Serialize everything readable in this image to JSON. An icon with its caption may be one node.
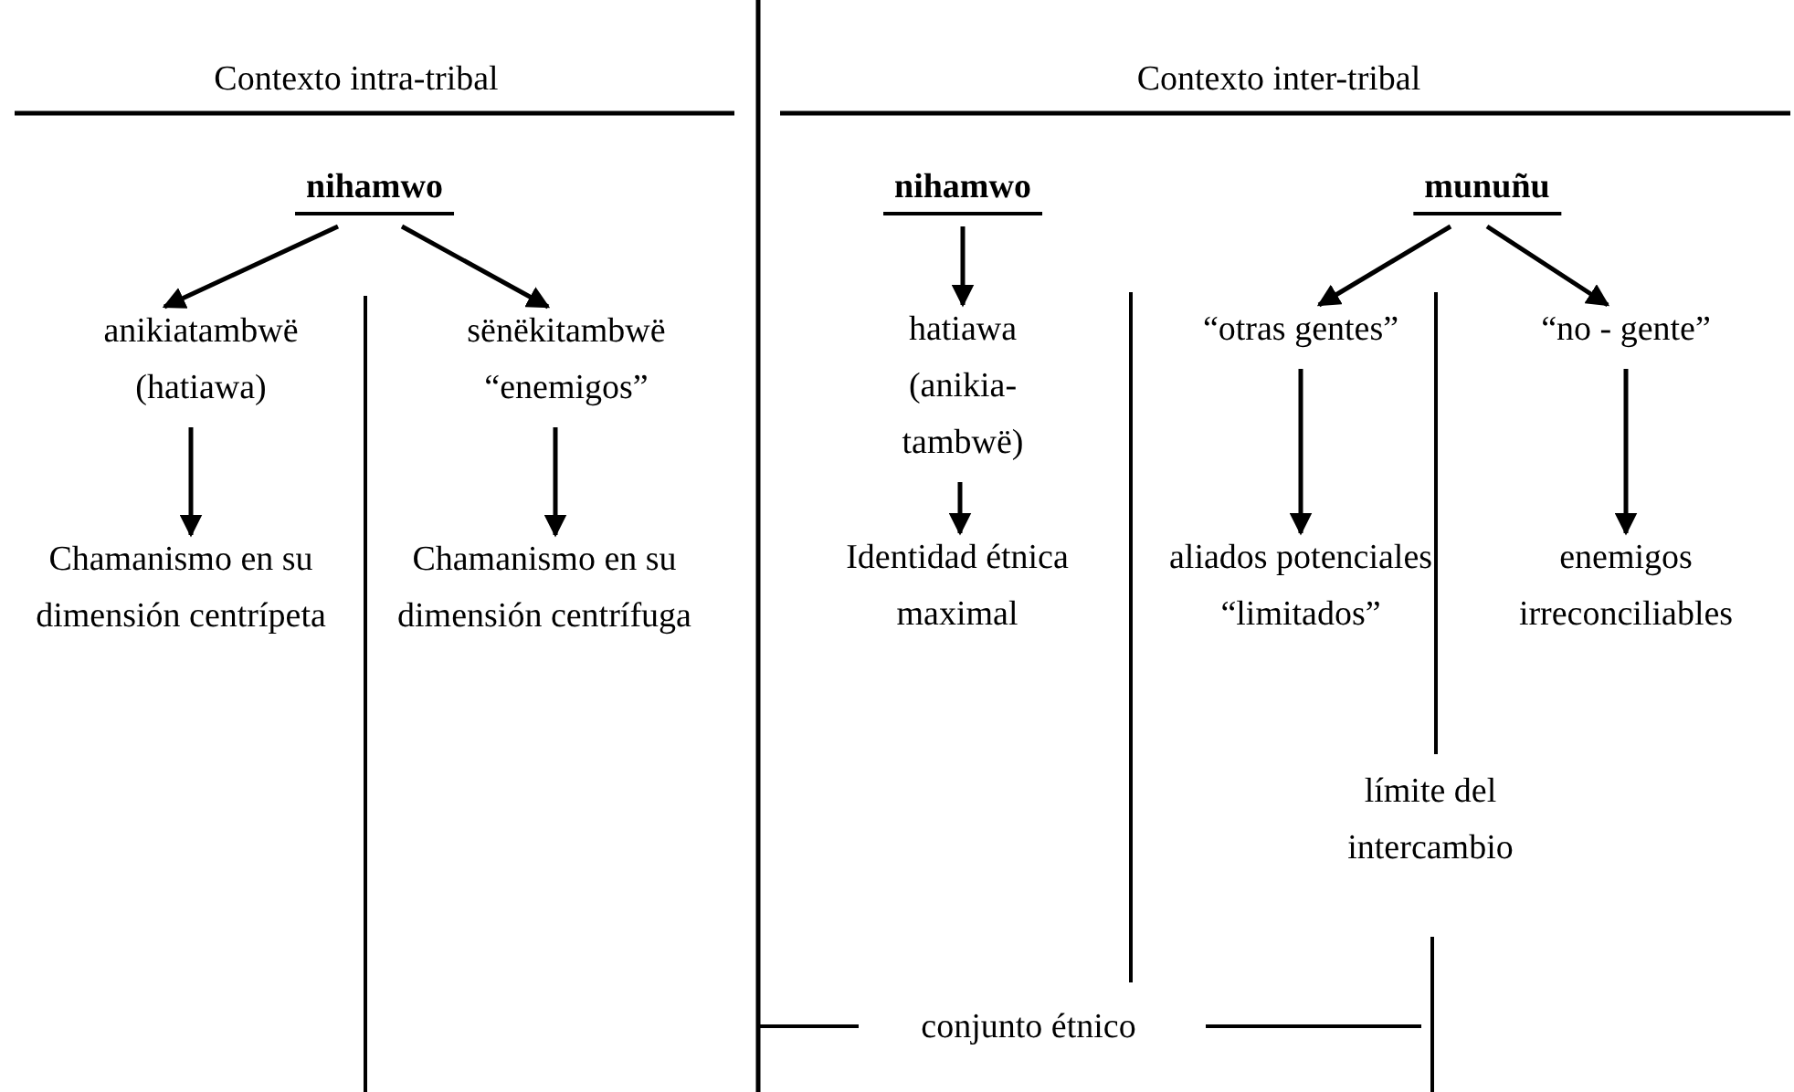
{
  "diagram": {
    "nodes": [
      {
        "text": [
          "nihamwo"
        ]
      },
      {
        "text": [
          "anikiatambwë (hatiawa)"
        ]
      },
      {
        "text": [
          "sënëkitambwë “enemigos”"
        ]
      },
      {
        "text": [
          "Chamanismo en su dimensión centrípeta"
        ]
      },
      {
        "text": [
          "Chamanismo en su dimensión centrífuga"
        ]
      },
      {
        "text": [
          "nihamwo"
        ]
      },
      {
        "text": [
          "hatiawa (anikia- tambwë)"
        ]
      },
      {
        "text": [
          "Identidad étnica maximal"
        ]
      },
      {
        "text": [
          "munuñu"
        ]
      },
      {
        "text": [
          "“otras gentes”"
        ]
      },
      {
        "text": [
          "“no - gente”"
        ]
      },
      {
        "text": [
          "aliados potenciales “limitados”"
        ]
      },
      {
        "text": [
          "enemigos irreconciliables"
        ]
      }
    ],
    "edges": [
      {
        "from": 0,
        "to": 1,
        "arrow": "to"
      },
      {
        "from": 0,
        "to": 2,
        "arrow": "to"
      },
      {
        "from": 1,
        "to": 3,
        "arrow": "to"
      },
      {
        "from": 2,
        "to": 4,
        "arrow": "to"
      },
      {
        "from": 5,
        "to": 6,
        "arrow": "to"
      },
      {
        "from": 6,
        "to": 7,
        "arrow": "to"
      },
      {
        "from": 8,
        "to": 9,
        "arrow": "to"
      },
      {
        "from": 8,
        "to": 10,
        "arrow": "to"
      },
      {
        "from": 9,
        "to": 11,
        "arrow": "to"
      },
      {
        "from": 10,
        "to": 12,
        "arrow": "to"
      }
    ],
    "labels": [
      "Contexto intra-tribal",
      "Contexto inter-tribal",
      "límite del intercambio",
      "conjunto étnico"
    ]
  }
}
